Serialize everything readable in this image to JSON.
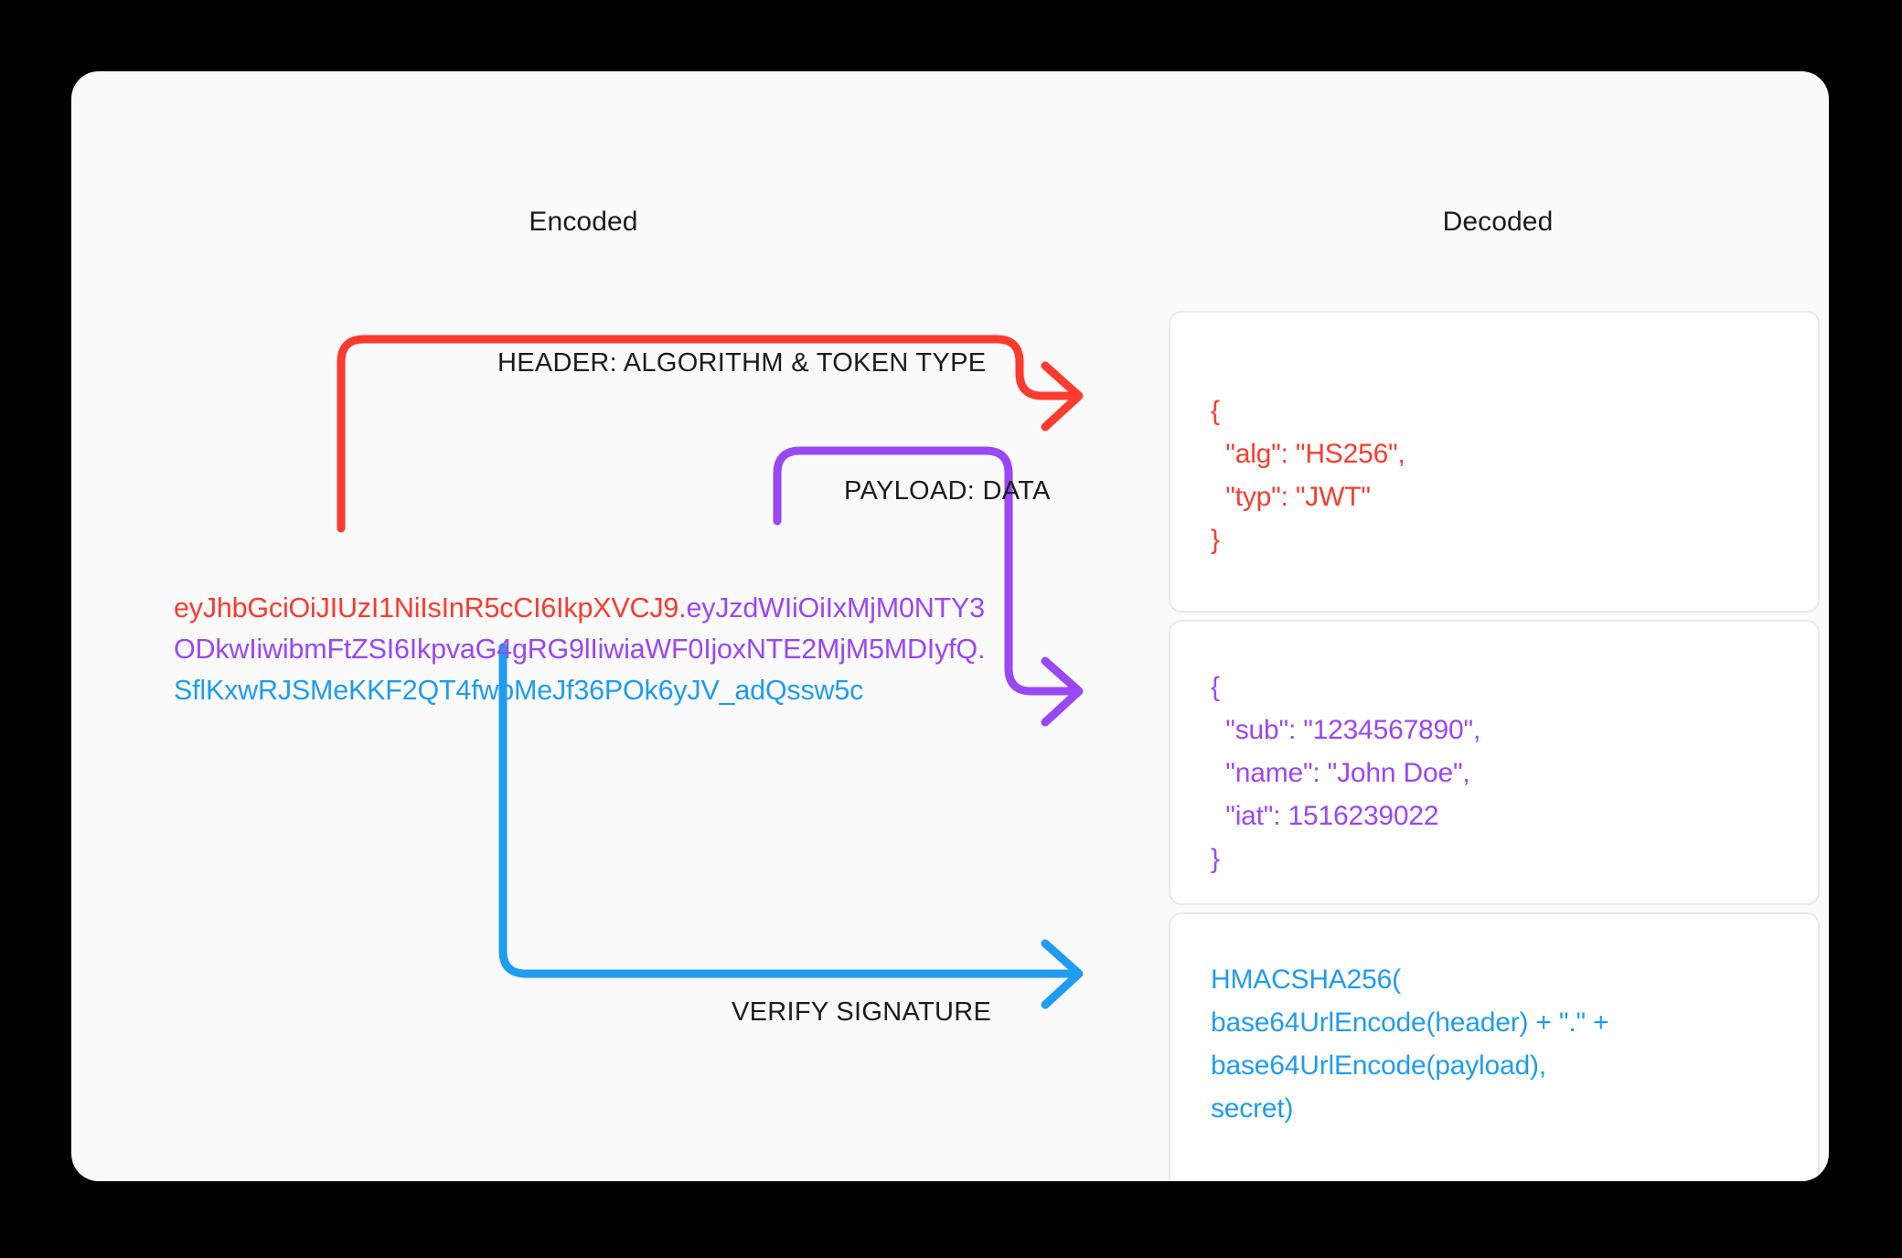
{
  "card": {
    "background": "#fafafa",
    "page_background": "#000000"
  },
  "columns": {
    "encoded_heading": "Encoded",
    "decoded_heading": "Decoded"
  },
  "colors": {
    "header": "#fb3b2e",
    "payload": "#9a47f5",
    "signature": "#1f9cf0",
    "label_text": "#1b1b1b",
    "panel_border": "#e9e9e9",
    "panel_background": "#ffffff"
  },
  "encoded_token": {
    "header_part": "eyJhbGciOiJIUzI1NiIsInR5cCI6IkpXVCJ9",
    "separator_1": ".",
    "payload_part": "eyJzdWIiOiIxMjM0NTY3ODkwIiwibmFtZSI6IkpvaG4gRG9lIiwiaWF0IjoxNTE2MjM5MDIyfQ",
    "separator_2": ".",
    "signature_part": "SflKxwRJSMeKKF2QT4fwpMeJf36POk6yJV_adQssw5c",
    "full": "eyJhbGciOiJIUzI1NiIsInR5cCI6IkpXVCJ9.eyJzdWIiOiIxMjM0NTY3ODkwIiwibmFtZSI6IkpvaG4gRG9lIiwiaWF0IjoxNTE2MjM5MDIyfQ.SflKxwRJSMeKKF2QT4fwpMeJf36POk6yJV_adQssw5c"
  },
  "arrows": [
    {
      "id": "header-arrow",
      "label": "HEADER: ALGORITHM & TOKEN TYPE",
      "color": "#fb3b2e",
      "from": "encoded-header-segment",
      "to": "decoded-header-panel"
    },
    {
      "id": "payload-arrow",
      "label": "PAYLOAD: DATA",
      "color": "#9a47f5",
      "from": "encoded-payload-segment",
      "to": "decoded-payload-panel"
    },
    {
      "id": "signature-arrow",
      "label": "VERIFY SIGNATURE",
      "color": "#1f9cf0",
      "from": "encoded-signature-segment",
      "to": "decoded-signature-panel"
    }
  ],
  "decoded": {
    "header_panel": {
      "color": "#fb3b2e",
      "code": "{\n  \"alg\": \"HS256\",\n  \"typ\": \"JWT\"\n}"
    },
    "payload_panel": {
      "color": "#9a47f5",
      "code": "{\n  \"sub\": \"1234567890\",\n  \"name\": \"John Doe\",\n  \"iat\": 1516239022\n}"
    },
    "signature_panel": {
      "color": "#1f9cf0",
      "code": "HMACSHA256(\nbase64UrlEncode(header) + \".\" +\nbase64UrlEncode(payload),\nsecret)"
    }
  }
}
